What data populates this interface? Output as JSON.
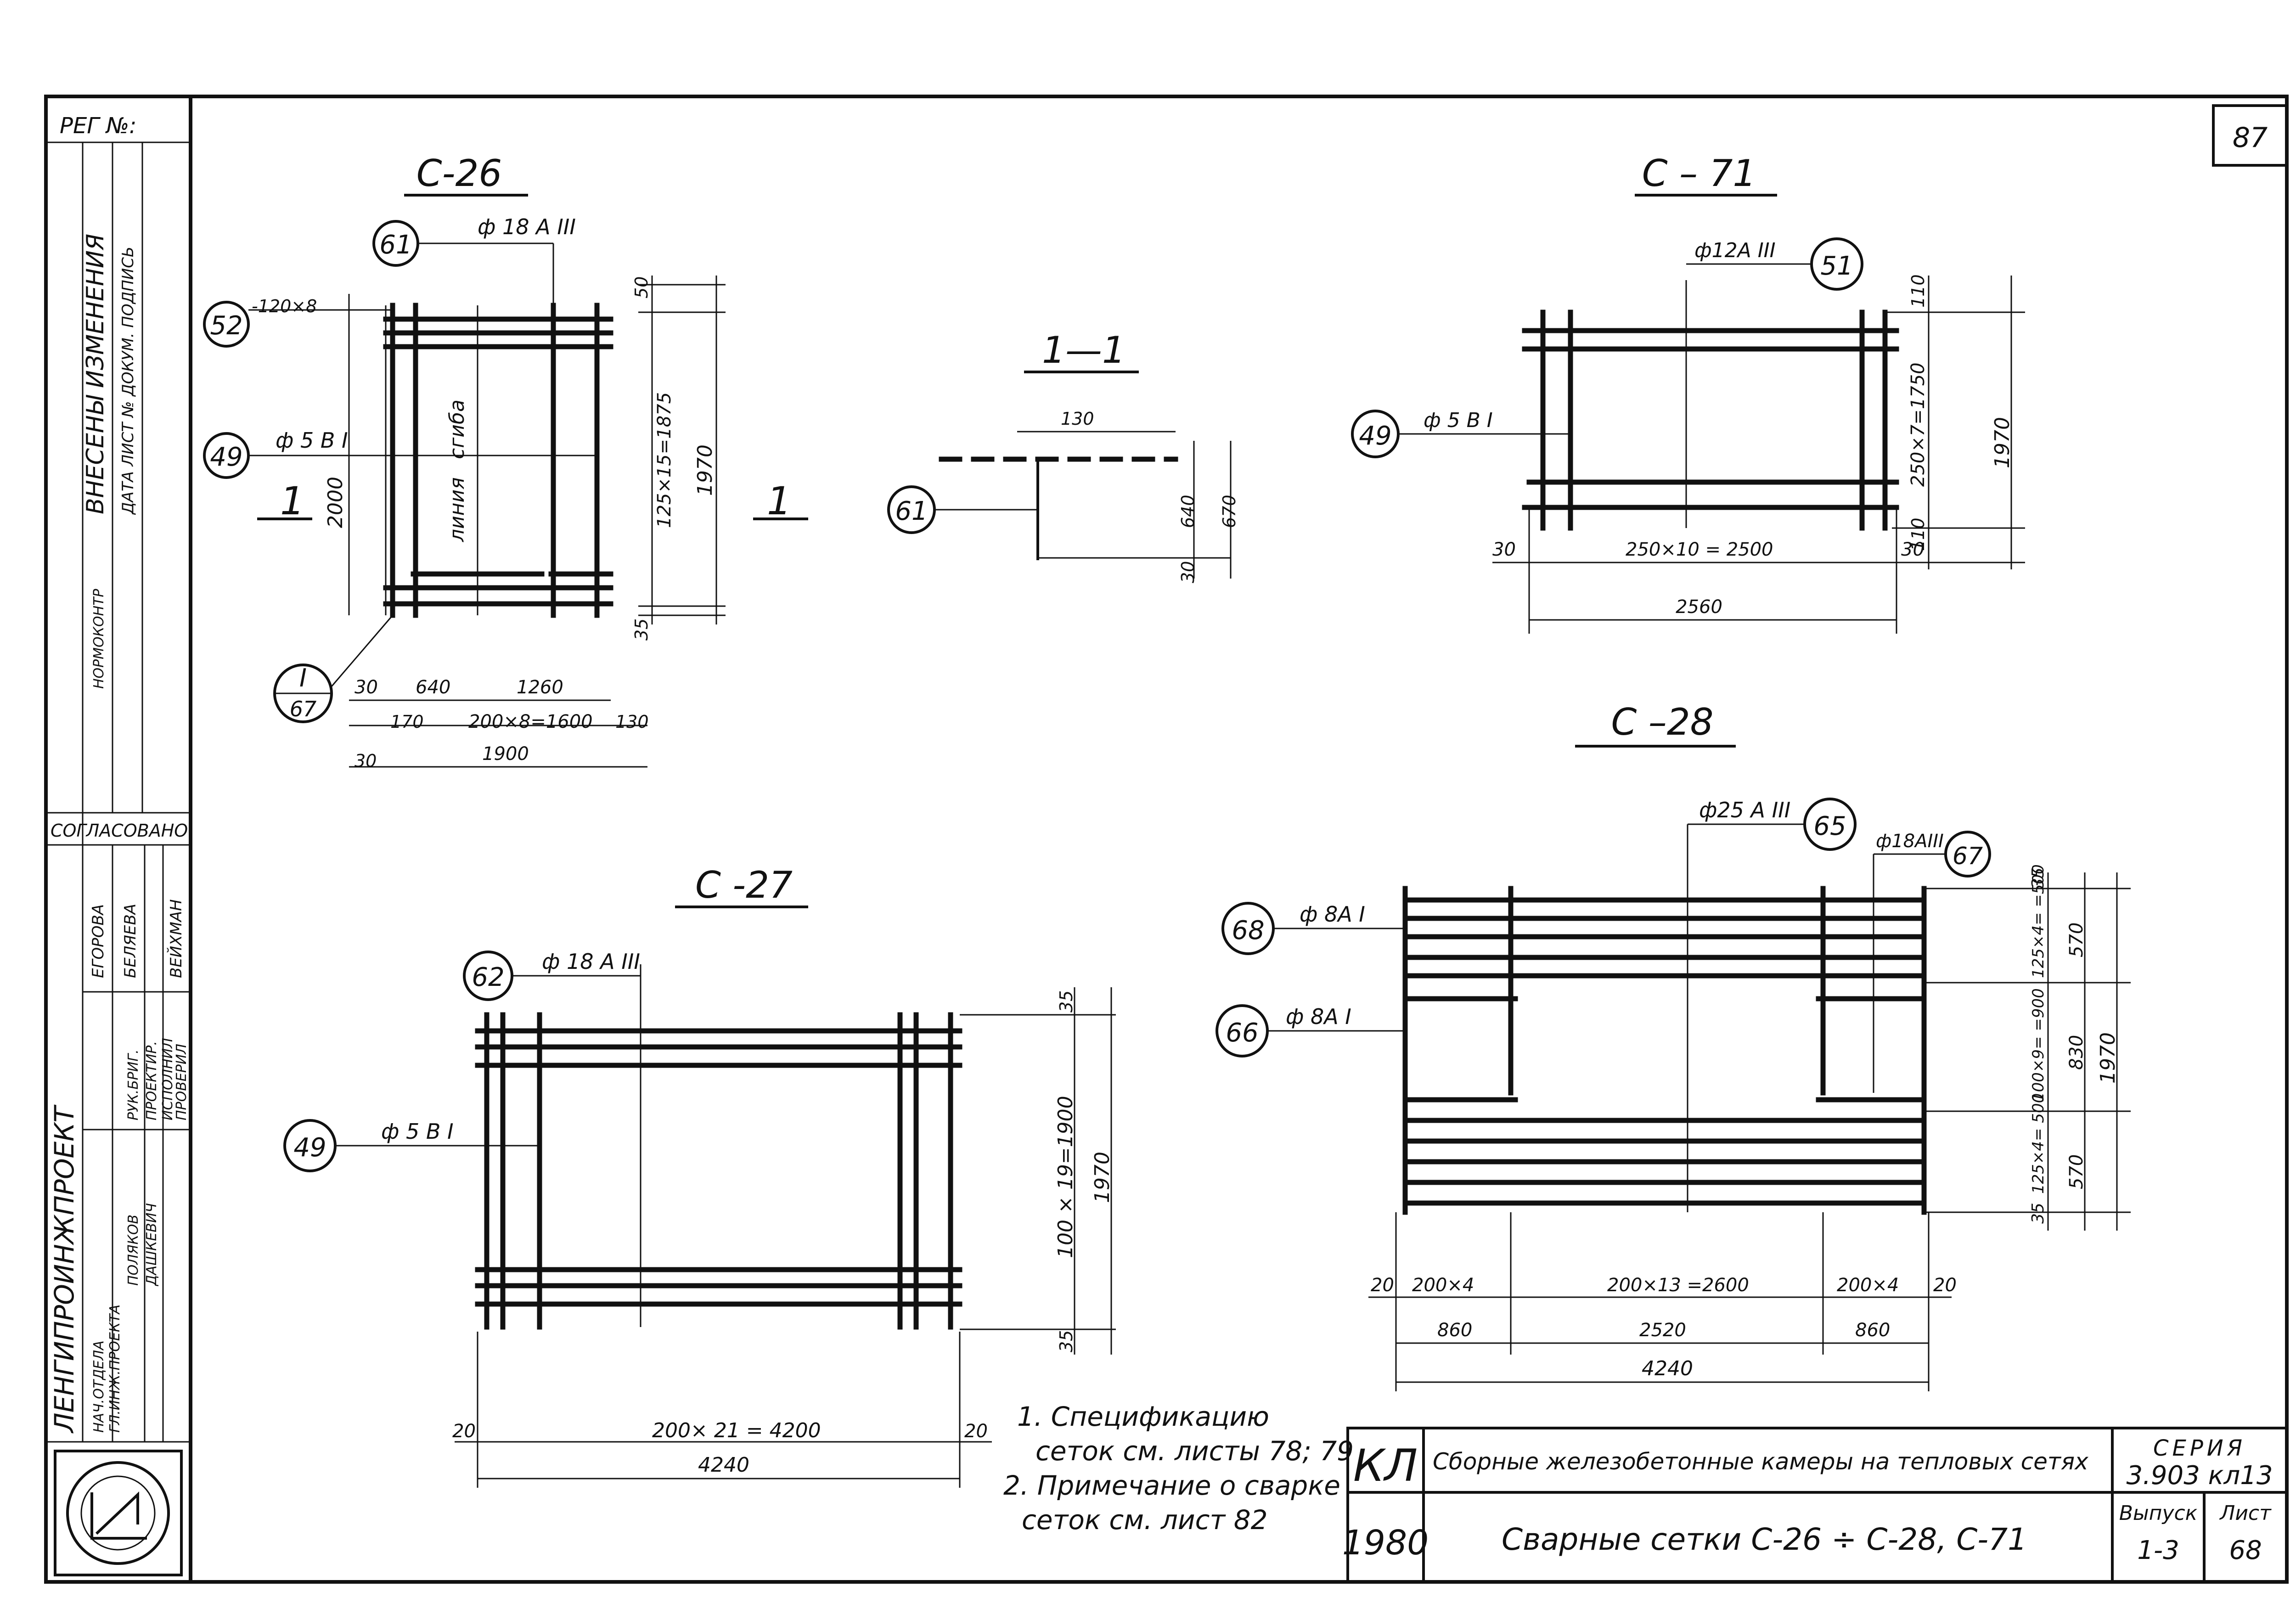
{
  "sheet_number": "87",
  "left_strip": {
    "reg_label": "РЕГ №:",
    "org_name": "ЛЕНГИПРОИНЖПРОЕКТ",
    "changes_header": "ВНЕСЕНЫ ИЗМЕНЕНИЯ",
    "changes_sub": "ДАТА ЛИСТ № ДОКУМ. ПОДПИСЬ",
    "normocontrol": "НОРМОКОНТР",
    "approved_header": "СОГЛАСОВАНО",
    "approved_names": [
      "ЕГОРОВА",
      "БЕЛЯЕВА",
      "ВЕЙХМАН"
    ],
    "roles": [
      "НАЧ.ОТДЕЛА",
      "ГЛ.ИНЖ.ПРОЕКТА",
      "РУК.БРИГ.",
      "ПРОЕКТИР.",
      "ИСПОЛНИЛ",
      "ПРОВЕРИЛ"
    ],
    "staff": [
      "ДАШКЕВИЧ",
      "ПОЛЯКОВ"
    ]
  },
  "drawings": {
    "c26": {
      "title": "С-26",
      "callouts": [
        "61",
        "52",
        "49"
      ],
      "bar_labels": [
        "ф 18 А III",
        "-120×8",
        "ф 5 В I"
      ],
      "detail_ref": [
        "I",
        "67"
      ],
      "section_marks": [
        "1",
        "1"
      ],
      "vertical_text": [
        "линия",
        "сгиба"
      ],
      "dims_vertical": [
        "2000",
        "50",
        "125×15=1875",
        "1970",
        "35"
      ],
      "dims_horizontal": [
        "30",
        "640",
        "1260",
        "170",
        "200×8=1600",
        "130",
        "30",
        "1900"
      ]
    },
    "section11": {
      "title": "1—1",
      "callout": "61",
      "dims": [
        "130",
        "640",
        "670",
        "30"
      ]
    },
    "c71": {
      "title": "С – 71",
      "callouts": [
        "51",
        "49"
      ],
      "bar_labels": [
        "ф12А III",
        "ф 5 В I"
      ],
      "dims_vertical": [
        "110",
        "250×7=1750",
        "1970",
        "110"
      ],
      "dims_horizontal": [
        "30",
        "250×10 = 2500",
        "30",
        "2560"
      ]
    },
    "c27": {
      "title": "С -27",
      "callouts": [
        "62",
        "49"
      ],
      "bar_labels": [
        "ф 18 А III",
        "ф 5 В I"
      ],
      "dims_vertical": [
        "35",
        "100 × 19=1900",
        "1970",
        "35"
      ],
      "dims_horizontal": [
        "20",
        "200× 21 = 4200",
        "20",
        "4240"
      ]
    },
    "c28": {
      "title": "С –28",
      "callouts": [
        "65",
        "67",
        "68",
        "66"
      ],
      "bar_labels": [
        "ф25 А III",
        "ф18АIII",
        "ф 8А I",
        "ф 8А I"
      ],
      "dims_vertical": [
        "35",
        "125×4= =500",
        "570",
        "100×9= =900",
        "830",
        "1970",
        "125×4= 500",
        "570",
        "35"
      ],
      "dims_horizontal": [
        "20",
        "200×4",
        "200×13 =2600",
        "200×4",
        "20",
        "860",
        "2520",
        "860",
        "4240"
      ]
    }
  },
  "notes": [
    "1. Спецификацию",
    "сеток см. листы 78; 79",
    "2. Примечание о сварке",
    "сеток см. лист 82"
  ],
  "title_block": {
    "code": "КЛ",
    "year": "1980",
    "project": "Сборные железобетонные камеры на тепловых сетях",
    "sheet_title": "Сварные сетки С-26 ÷ С-28, С-71",
    "series_label": "СЕРИЯ",
    "series_value": "3.903 кл13",
    "issue_label": "Выпуск",
    "issue_value": "1-3",
    "sheet_label": "Лист",
    "sheet_value": "68"
  }
}
